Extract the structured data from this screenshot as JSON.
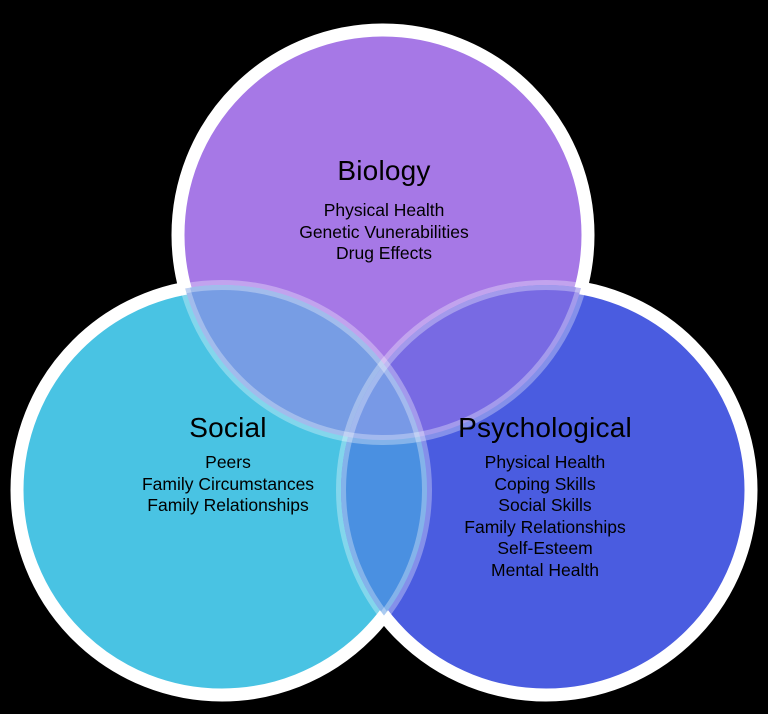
{
  "diagram": {
    "type": "venn",
    "background": "#000000",
    "outline": "#ffffff",
    "circles": [
      {
        "id": "biology",
        "label": "Biology",
        "color": "#a678e6",
        "items": [
          "Physical Health",
          "Genetic Vunerabilities",
          "Drug Effects"
        ]
      },
      {
        "id": "social",
        "label": "Social",
        "color": "#49c3e3",
        "items": [
          "Peers",
          "Family Circumstances",
          "Family Relationships"
        ]
      },
      {
        "id": "psychological",
        "label": "Psychological",
        "color": "#4a5ce0",
        "items": [
          "Physical Health",
          "Coping Skills",
          "Social Skills",
          "Family Relationships",
          "Self-Esteem",
          "Mental Health"
        ]
      }
    ],
    "overlap_colors": {
      "biology_social": "#779de4",
      "biology_psychological": "#786ae3",
      "social_psychological": "#4a90e1",
      "center": "#7899e6"
    }
  }
}
